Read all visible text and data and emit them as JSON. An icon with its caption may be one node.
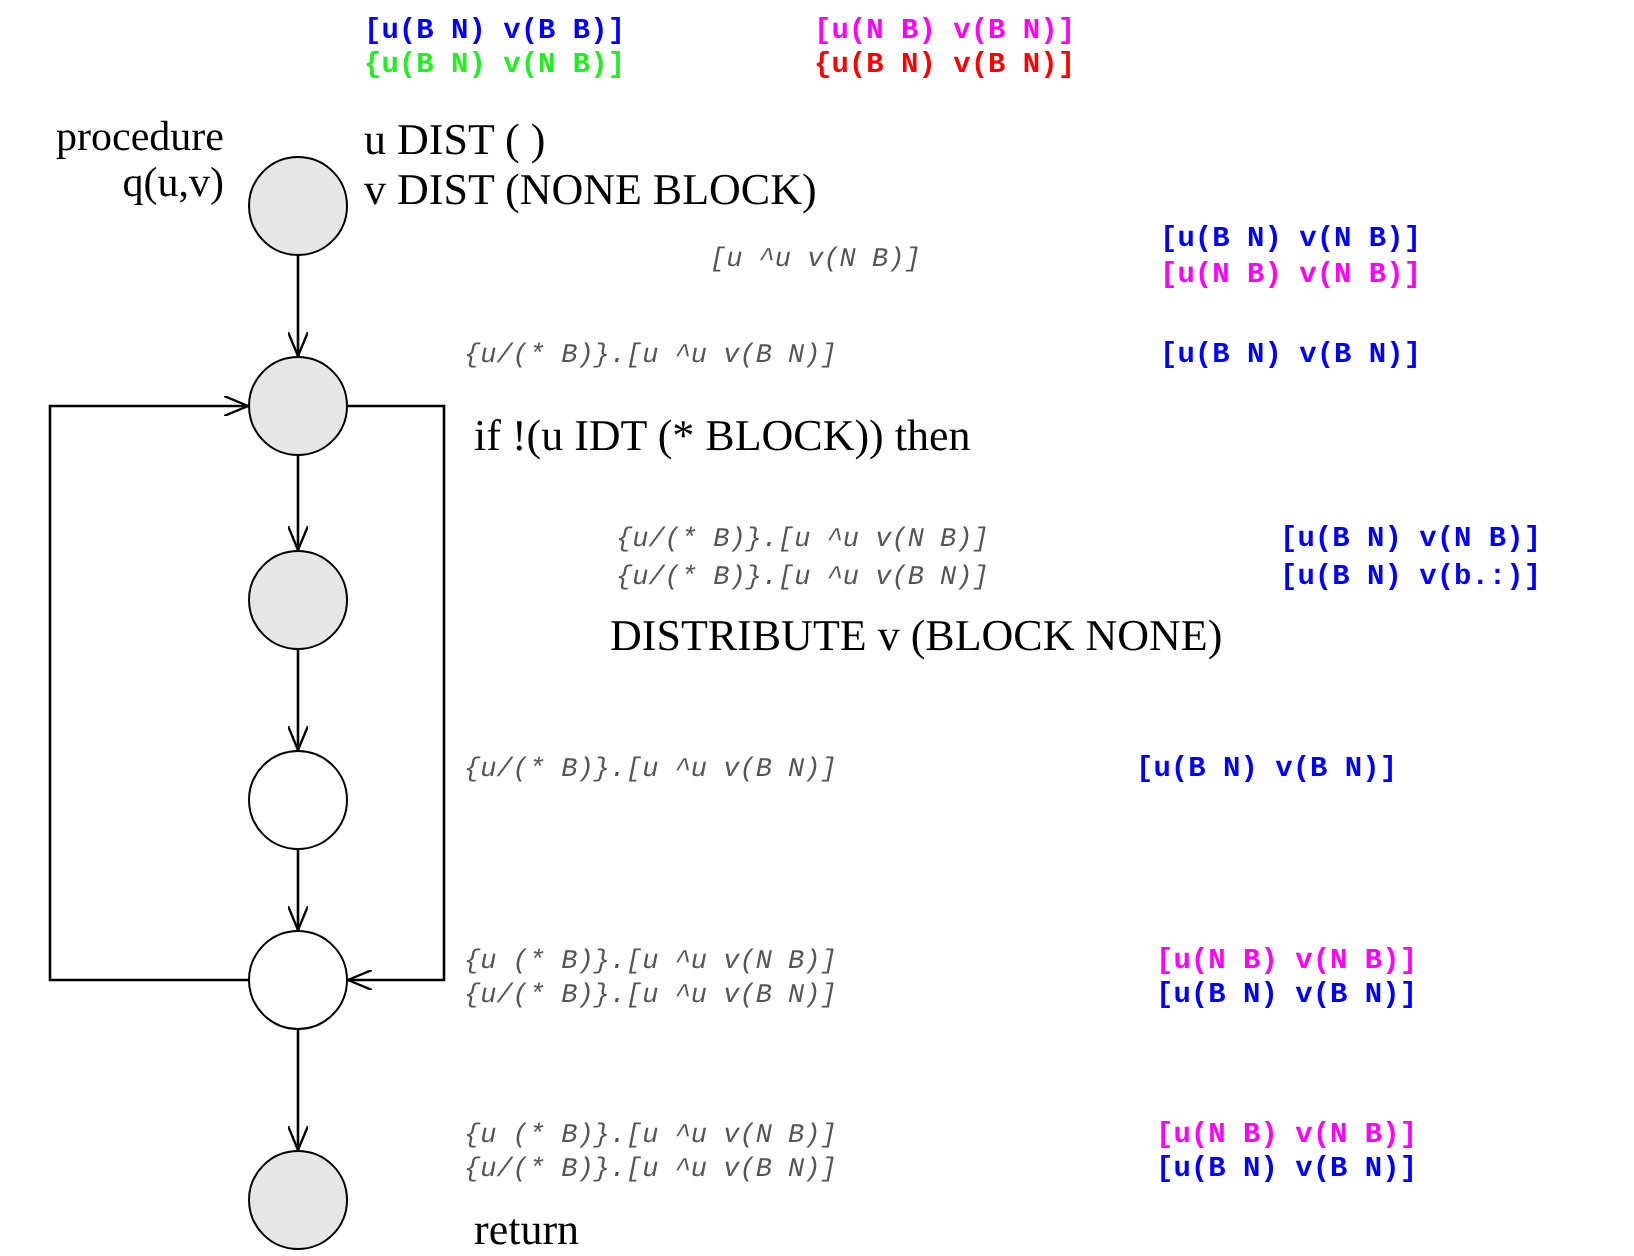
{
  "diagram": {
    "nodes": [
      {
        "text": [],
        "shape": "circle",
        "beside": [
          "procedure q(u,v)"
        ]
      },
      {
        "text": [],
        "shape": "circle"
      },
      {
        "text": [],
        "shape": "circle"
      },
      {
        "text": [],
        "shape": "circle"
      },
      {
        "text": [],
        "shape": "circle"
      },
      {
        "text": [],
        "shape": "circle"
      }
    ],
    "edges": [
      {
        "from": 0,
        "to": 1,
        "arrow": "to"
      },
      {
        "from": 1,
        "to": 2,
        "arrow": "to"
      },
      {
        "from": 2,
        "to": 3,
        "arrow": "to"
      },
      {
        "from": 3,
        "to": 4,
        "arrow": "to"
      },
      {
        "from": 4,
        "to": 5,
        "arrow": "to"
      },
      {
        "from": 4,
        "to": 1,
        "arrow": "to"
      },
      {
        "from": 1,
        "to": 4,
        "arrow": "to"
      }
    ],
    "labels": [
      "[u(B N) v(B B)]",
      "[u(N B) v(B N)]",
      "{u(B N) v(N B)]",
      "{u(B N) v(B N)]",
      "u DIST ( )",
      "v DIST (NONE BLOCK)",
      "[u ^u v(N B)]",
      "[u(B N) v(N B)]",
      "[u(N B) v(N B)]",
      "{u/(* B)}.[u ^u v(B N)]",
      "[u(B N) v(B N)]",
      "if !(u IDT (* BLOCK)) then",
      "{u/(* B)}.[u ^u v(N B)]",
      "[u(B N) v(N B)]",
      "{u/(* B)}.[u ^u v(B N)]",
      "[u(B N) v(b.:)]",
      "DISTRIBUTE v (BLOCK NONE)",
      "{u/(* B)}.[u ^u v(B N)]",
      "[u(B N) v(B N)]",
      "{u (* B)}.[u ^u v(N B)]",
      "[u(N B) v(N B)]",
      "{u/(* B)}.[u ^u v(B N)]",
      "[u(B N) v(B N)]",
      "{u (* B)}.[u ^u v(N B)]",
      "[u(N B) v(N B)]",
      "{u/(* B)}.[u ^u v(B N)]",
      "[u(B N) v(B N)]",
      "return"
    ]
  }
}
